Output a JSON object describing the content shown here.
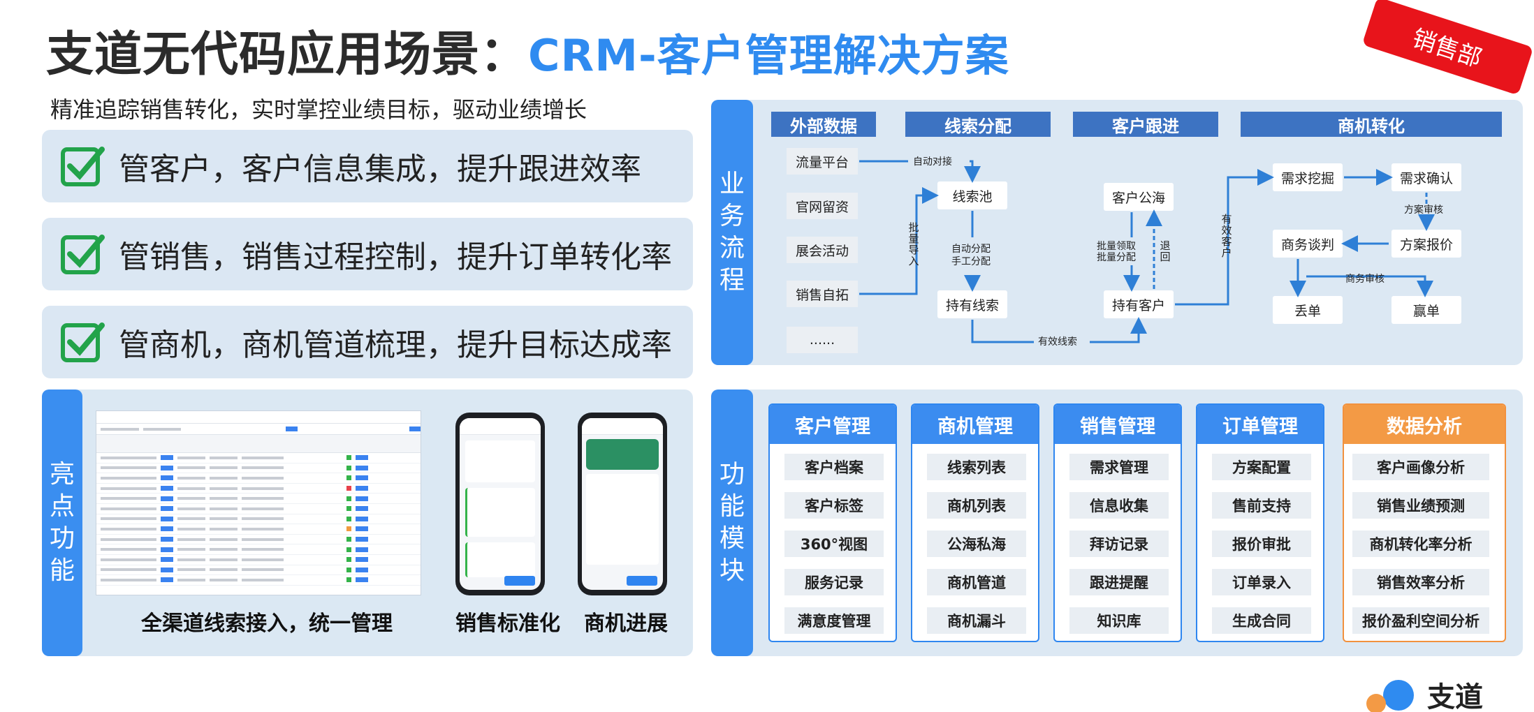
{
  "header": {
    "title_main": "支道无代码应用场景：",
    "title_accent": "CRM-客户管理解决方案",
    "subtitle": "精准追踪销售转化，实时掌控业绩目标，驱动业绩增长",
    "ribbon": "销售部"
  },
  "benefits": [
    "管客户，客户信息集成，提升跟进效率",
    "管销售，销售过程控制，提升订单转化率",
    "管商机，商机管道梳理，提升目标达成率"
  ],
  "highlights": {
    "tab": "亮点功能",
    "captions": [
      "全渠道线索接入，统一管理",
      "销售标准化",
      "商机进展"
    ]
  },
  "process": {
    "tab": "业务流程",
    "headers": [
      "外部数据",
      "线索分配",
      "客户跟进",
      "商机转化"
    ],
    "sources": [
      "流量平台",
      "官网留资",
      "展会活动",
      "销售自拓",
      "......"
    ],
    "nodes": {
      "lead_pool": "线索池",
      "own_leads": "持有线索",
      "customer_pool": "客户公海",
      "own_customers": "持有客户",
      "needs_mining": "需求挖掘",
      "needs_confirm": "需求确认",
      "negotiation": "商务谈判",
      "quotation": "方案报价",
      "lost": "丢单",
      "won": "赢单"
    },
    "labels": {
      "auto_connect": "自动对接",
      "batch_import": "批量导入",
      "auto_assign": "自动分配",
      "manual_assign": "手工分配",
      "valid_leads": "有效线索",
      "batch_claim": "批量领取",
      "batch_assign": "批量分配",
      "return": "退回",
      "valid_customer": "有效客户",
      "plan_review": "方案审核",
      "business_review": "商务审核"
    }
  },
  "modules": {
    "tab": "功能模块",
    "cards": [
      {
        "title": "客户管理",
        "items": [
          "客户档案",
          "客户标签",
          "360°视图",
          "服务记录",
          "满意度管理"
        ]
      },
      {
        "title": "商机管理",
        "items": [
          "线索列表",
          "商机列表",
          "公海私海",
          "商机管道",
          "商机漏斗"
        ]
      },
      {
        "title": "销售管理",
        "items": [
          "需求管理",
          "信息收集",
          "拜访记录",
          "跟进提醒",
          "知识库"
        ]
      },
      {
        "title": "订单管理",
        "items": [
          "方案配置",
          "售前支持",
          "报价审批",
          "订单录入",
          "生成合同"
        ]
      },
      {
        "title": "数据分析",
        "items": [
          "客户画像分析",
          "销售业绩预测",
          "商机转化率分析",
          "销售效率分析",
          "报价盈利空间分析"
        ]
      }
    ]
  },
  "brand": {
    "name": "支道"
  },
  "colors": {
    "accent": "#2f8bf0",
    "ribbon": "#e8141b",
    "panel": "#dce8f3",
    "orange": "#f39a45",
    "check": "#22a34a"
  }
}
